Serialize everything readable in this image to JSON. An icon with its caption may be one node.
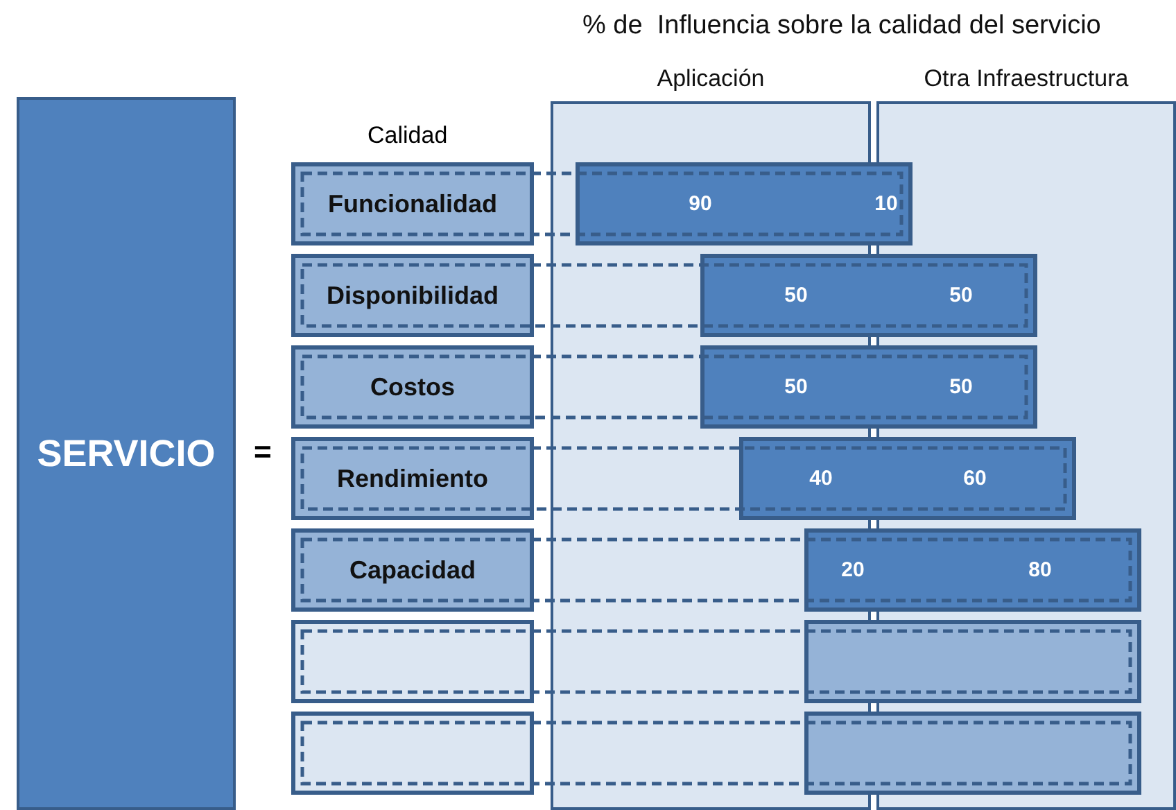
{
  "diagram": {
    "title": "% de  Influencia sobre la calidad del servicio",
    "nodes": [
      {
        "text": [
          "SERVICIO"
        ]
      },
      {
        "text": [
          "Aplicación"
        ]
      },
      {
        "text": [
          "Otra Infraestructura"
        ]
      },
      {
        "text": [
          "Funcionalidad"
        ]
      },
      {
        "text": [
          "90",
          "10"
        ]
      },
      {
        "text": [
          "Disponibilidad"
        ]
      },
      {
        "text": [
          "50",
          "50"
        ]
      },
      {
        "text": [
          "Costos"
        ]
      },
      {
        "text": [
          "50",
          "50"
        ]
      },
      {
        "text": [
          "Rendimiento"
        ]
      },
      {
        "text": [
          "40",
          "60"
        ]
      },
      {
        "text": [
          "Capacidad"
        ]
      },
      {
        "text": [
          "20",
          "80"
        ]
      },
      {
        "text": [],
        "shape": "box"
      },
      {
        "text": [],
        "shape": "bar"
      },
      {
        "text": [],
        "shape": "box"
      },
      {
        "text": [],
        "shape": "bar"
      },
      {
        "text": [],
        "shape": "box"
      },
      {
        "text": [],
        "shape": "box"
      },
      {
        "text": [],
        "shape": "box"
      },
      {
        "text": [],
        "shape": "box"
      },
      {
        "text": [],
        "shape": "box"
      },
      {
        "text": [],
        "shape": "box"
      },
      {
        "text": [],
        "shape": "box"
      }
    ],
    "edges": [],
    "labels": [
      "Calidad",
      "="
    ]
  }
}
